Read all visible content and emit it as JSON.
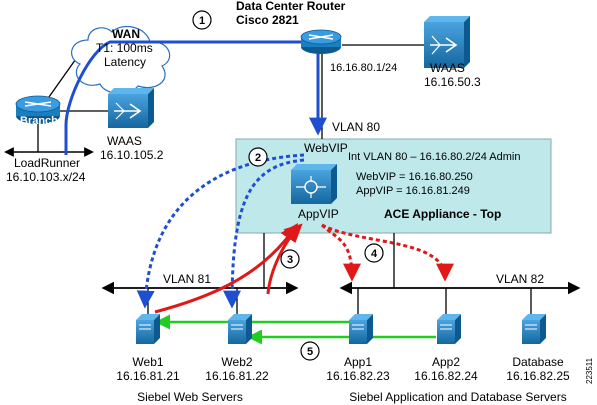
{
  "router": {
    "title_line1": "Data Center Router",
    "title_line2": "Cisco 2821",
    "ip": "16.16.80.1/24"
  },
  "wan": {
    "label": "WAN",
    "line2": "T1: 100ms",
    "line3": "Latency"
  },
  "branch": {
    "label": "Branch"
  },
  "waas_dc": {
    "label": "WAAS",
    "ip": "16.16.50.3"
  },
  "waas_branch": {
    "label": "WAAS",
    "ip": "16.10.105.2"
  },
  "loadrunner": {
    "label": "LoadRunner",
    "ip": "16.10.103.x/24"
  },
  "vlan80": {
    "label": "VLAN 80"
  },
  "ace": {
    "webvip_label": "WebVIP",
    "appvip_label": "AppVIP",
    "int_vlan": "Int VLAN 80 – 16.16.80.2/24 Admin",
    "webvip_ip": "WebVIP = 16.16.80.250",
    "appvip_ip": "AppVIP = 16.16.81.249",
    "title": "ACE Appliance - Top"
  },
  "vlan81": {
    "label": "VLAN 81"
  },
  "vlan82": {
    "label": "VLAN 82"
  },
  "steps": [
    "1",
    "2",
    "3",
    "4",
    "5"
  ],
  "servers": [
    {
      "name": "Web1",
      "ip": "16.16.81.21"
    },
    {
      "name": "Web2",
      "ip": "16.16.81.22"
    },
    {
      "name": "App1",
      "ip": "16.16.82.23"
    },
    {
      "name": "App2",
      "ip": "16.16.82.24"
    },
    {
      "name": "Database",
      "ip": "16.16.82.25"
    }
  ],
  "groups": {
    "web": "Siebel Web Servers",
    "app": "Siebel Application and Database Servers"
  },
  "figure_id": "223511",
  "colors": {
    "blue_path": "#1f4fd1",
    "red_path": "#e01818",
    "green_path": "#22cc22",
    "ace_fill": "#bfe8ea",
    "device_blue": "#1a7fc1"
  }
}
